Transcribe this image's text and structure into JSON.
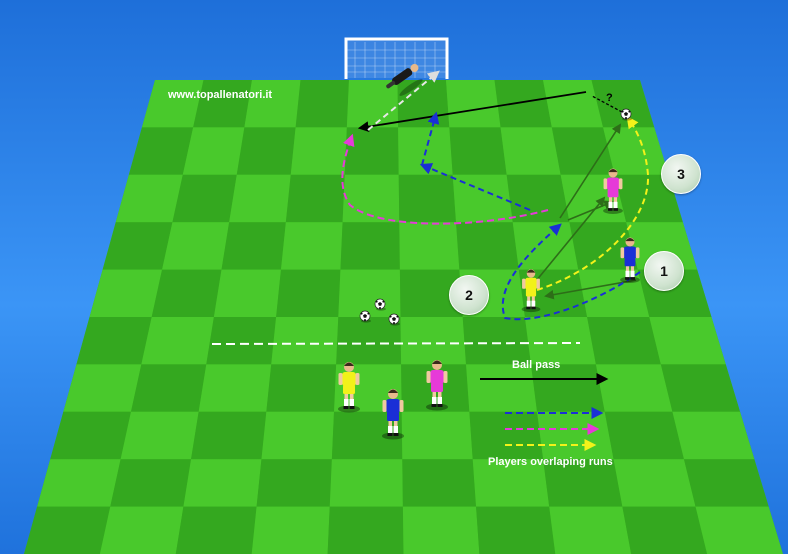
{
  "site_label": "www.topallenatori.it",
  "legend": {
    "ball_pass_label": "Ball pass",
    "overlap_label": "Players overlaping runs",
    "pass_color": "#000000",
    "run_colors": [
      "#1a2fd6",
      "#e63ad8",
      "#f2f21a"
    ]
  },
  "step_badges": [
    "1",
    "2",
    "3"
  ],
  "marker_question": "?",
  "colors": {
    "pitch_light": "#49c92c",
    "pitch_dark": "#34a81f",
    "blue_team": "#1a2fd6",
    "pink_team": "#e63ad8",
    "yellow_team": "#f2f21a",
    "pass_arrows_green": "#2d6e18",
    "background": "#2f8bf2"
  },
  "icons": [
    "goal-net-icon",
    "soccer-ball-icon",
    "player-icon",
    "goalkeeper-icon"
  ]
}
